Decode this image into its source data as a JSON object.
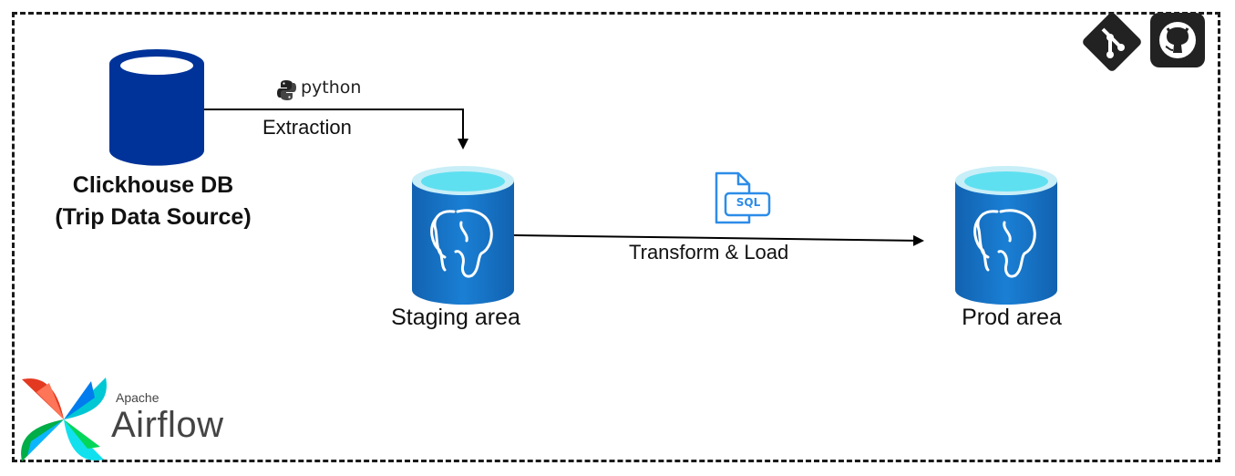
{
  "nodes": {
    "source": {
      "line1": "Clickhouse DB",
      "line2": "(Trip Data Source)",
      "color": "#003399",
      "icon": "database-cylinder-icon"
    },
    "staging": {
      "label": "Staging area",
      "icon": "postgresql-database-icon"
    },
    "prod": {
      "label": "Prod area",
      "icon": "postgresql-database-icon"
    }
  },
  "edges": {
    "extraction": {
      "label": "Extraction",
      "tool": "python",
      "tool_icon": "python-logo-icon"
    },
    "transform_load": {
      "label": "Transform & Load",
      "tool": "SQL",
      "tool_icon": "sql-file-icon"
    }
  },
  "branding": {
    "airflow_small": "Apache",
    "airflow_big": "Airflow",
    "git_icon": "git-logo-icon",
    "github_icon": "github-logo-icon"
  },
  "colors": {
    "pg_blue": "#1773c8",
    "pg_top": "#5ee0f0",
    "sql_blue": "#2d8ce8",
    "dark": "#222222"
  }
}
